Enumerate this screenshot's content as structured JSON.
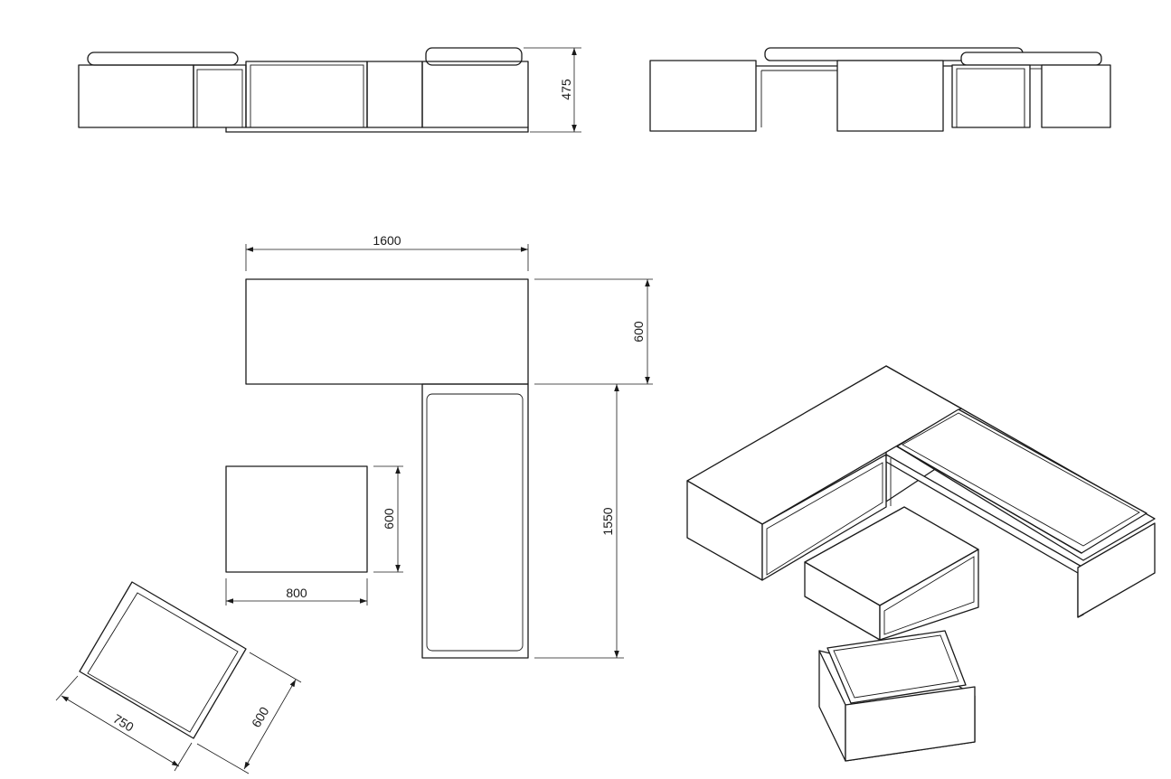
{
  "dimensions": {
    "height_label": "475",
    "width_label": "1600",
    "depth_top_label": "600",
    "length_label": "1550",
    "table_depth_label": "600",
    "table_width_label": "800",
    "ottoman_length_label": "750",
    "ottoman_depth_label": "600"
  }
}
